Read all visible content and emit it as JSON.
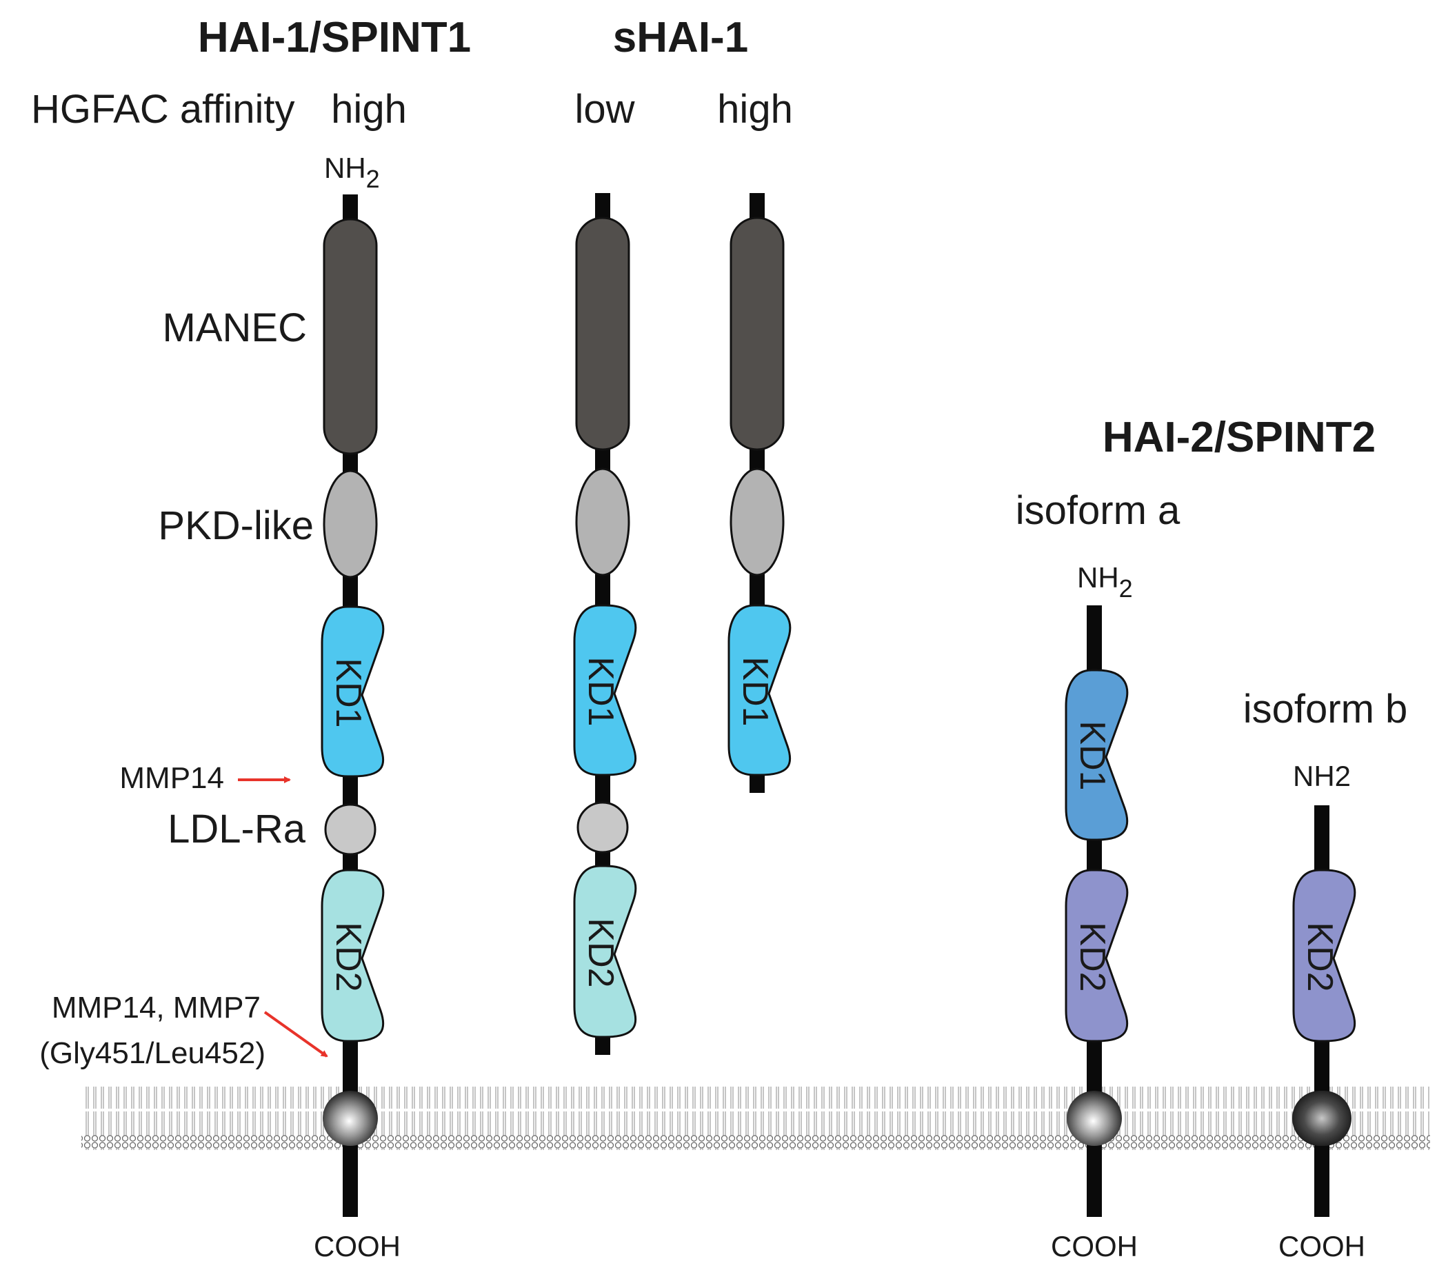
{
  "titles": {
    "hai1": "HAI-1/SPINT1",
    "shai1": "sHAI-1",
    "hai2": "HAI-2/SPINT2"
  },
  "affinity": {
    "label": "HGFAC affinity",
    "hai1": "high",
    "shai1_a": "low",
    "shai1_b": "high"
  },
  "isoforms": {
    "a": "isoform a",
    "b": "isoform b"
  },
  "termini": {
    "nh2": "NH",
    "nh2_sub": "2",
    "nh2_isob": "NH2",
    "cooh": "COOH"
  },
  "domain_labels": {
    "manec": "MANEC",
    "pkd": "PKD-like",
    "ldl": "LDL-Ra",
    "kd1": "KD1",
    "kd2": "KD2"
  },
  "cleavage": {
    "mmp14": "MMP14",
    "mmp14_mmp7": "MMP14, MMP7",
    "site": "(Gly451/Leu452)"
  },
  "colors": {
    "manec": "#524f4c",
    "pkd": "#b3b3b3",
    "ldl": "#c8c8c8",
    "kd1": "#4fc7ef",
    "kd2_hai1": "#a6e1e1",
    "kd1_hai2": "#5a9ed6",
    "kd2_hai2": "#8e93cc",
    "arrow": "#e8332a",
    "stem": "#0a0a0a"
  }
}
